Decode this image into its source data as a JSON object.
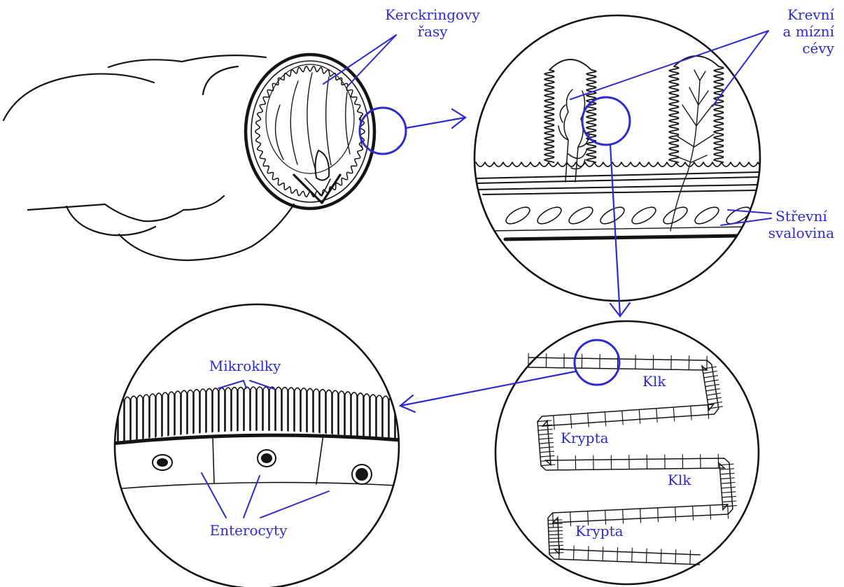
{
  "colors": {
    "ink": "#141414",
    "label": "#2b2bd0",
    "background": "#ffffff"
  },
  "labels": {
    "kerckring_line1": "Kerckringovy",
    "kerckring_line2": "řasy",
    "vessels_line1": "Krevní",
    "vessels_line2": "a mízní",
    "vessels_line3": "cévy",
    "muscle_line1": "Střevní",
    "muscle_line2": "svalovina",
    "microvilli": "Mikroklky",
    "enterocytes": "Enterocyty",
    "villus_1": "Klk",
    "villus_2": "Klk",
    "crypt_1": "Krypta",
    "crypt_2": "Krypta"
  },
  "panels": [
    {
      "name": "intestine-overview",
      "content": "intestine tube with cut cross-section showing circular folds"
    },
    {
      "name": "fold-detail",
      "content": "villi with vessels above muscle layer"
    },
    {
      "name": "villus-detail",
      "content": "villus and crypt lined by epithelium"
    },
    {
      "name": "enterocyte-detail",
      "content": "enterocytes with brush border of microvilli"
    }
  ]
}
